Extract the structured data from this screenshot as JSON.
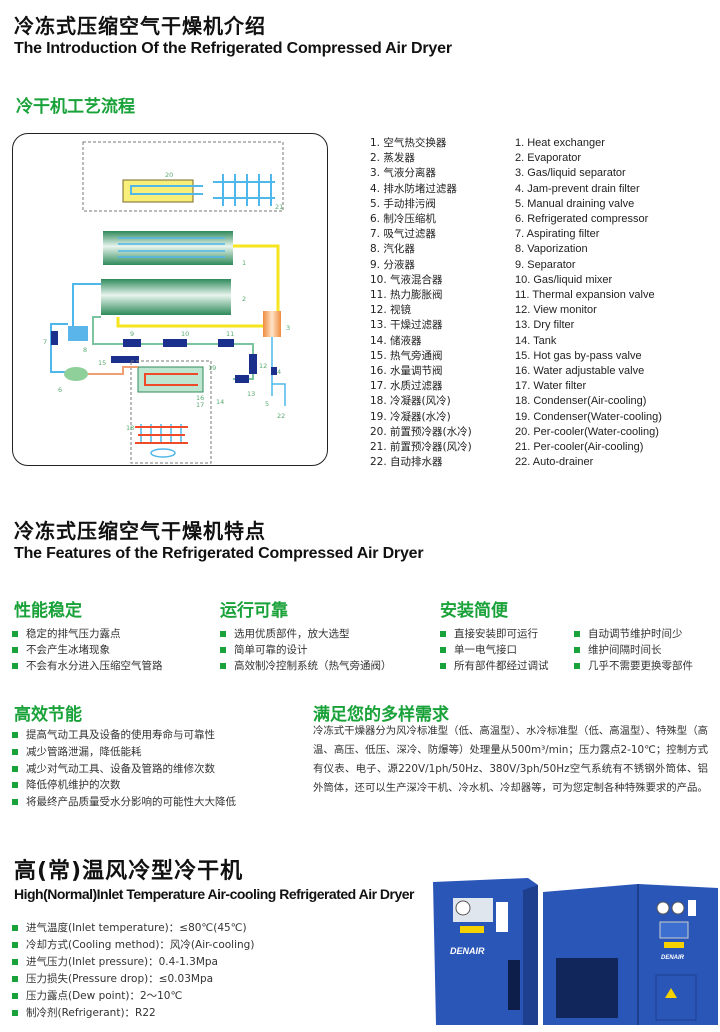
{
  "intro": {
    "title_cn": "冷冻式压缩空气干燥机介绍",
    "title_en": "The Introduction Of the Refrigerated Compressed Air Dryer",
    "process_heading": "冷干机工艺流程"
  },
  "diagram": {
    "labels": [
      "1",
      "2",
      "3",
      "4",
      "5",
      "6",
      "7",
      "8",
      "9",
      "10",
      "11",
      "12",
      "13",
      "14",
      "15",
      "16",
      "17",
      "18",
      "19",
      "20",
      "21",
      "22"
    ],
    "colors": {
      "tank": "#2f9a6a",
      "hot_pipe": "#f5e51c",
      "cold_pipe": "#4fb7ea",
      "refrigerant": "#f08a5a",
      "component": "#1b2f8c",
      "label": "#5aaa72"
    }
  },
  "parts_cn": [
    "1. 空气热交换器",
    "2. 蒸发器",
    "3. 气液分离器",
    "4. 排水防堵过滤器",
    "5. 手动排污阀",
    "6. 制冷压缩机",
    "7. 吸气过滤器",
    "8. 汽化器",
    "9. 分液器",
    "10. 气液混合器",
    "11. 热力膨胀阀",
    "12. 视镜",
    "13. 干燥过滤器",
    "14. 储液器",
    "15. 热气旁通阀",
    "16. 水量调节阀",
    "17. 水质过滤器",
    "18. 冷凝器(风冷)",
    "19. 冷凝器(水冷)",
    "20. 前置预冷器(水冷)",
    "21. 前置预冷器(风冷)",
    "22. 自动排水器"
  ],
  "parts_en": [
    "1. Heat exchanger",
    "2. Evaporator",
    "3. Gas/liquid separator",
    "4. Jam-prevent drain filter",
    "5. Manual draining valve",
    "6. Refrigerated compressor",
    "7. Aspirating filter",
    "8. Vaporization",
    "9. Separator",
    "10. Gas/liquid mixer",
    "11. Thermal expansion valve",
    "12. View monitor",
    "13. Dry filter",
    "14. Tank",
    "15. Hot gas by-pass valve",
    "16. Water adjustable valve",
    "17. Water filter",
    "18. Condenser(Air-cooling)",
    "19. Condenser(Water-cooling)",
    "20. Per-cooler(Water-cooling)",
    "21. Per-cooler(Air-cooling)",
    "22. Auto-drainer"
  ],
  "features": {
    "title_cn": "冷冻式压缩空气干燥机特点",
    "title_en": "The Features of the Refrigerated Compressed Air Dryer",
    "stable": {
      "heading": "性能稳定",
      "items": [
        "稳定的排气压力露点",
        "不会产生冰堵现象",
        "不会有水分进入压缩空气管路"
      ]
    },
    "reliable": {
      "heading": "运行可靠",
      "items": [
        "选用优质部件，放大选型",
        "简单可靠的设计",
        "高效制冷控制系统（热气旁通阀）"
      ]
    },
    "install": {
      "heading": "安装简便",
      "items_left": [
        "直接安装即可运行",
        "单一电气接口",
        "所有部件都经过调试"
      ],
      "items_right": [
        "自动调节维护时间少",
        "维护间隔时间长",
        "几乎不需要更换零部件"
      ]
    },
    "efficient": {
      "heading": "高效节能",
      "items": [
        "提高气动工具及设备的使用寿命与可靠性",
        "减少管路泄漏，降低能耗",
        "减少对气动工具、设备及管路的维修次数",
        "降低停机维护的次数",
        "将最终产品质量受水分影响的可能性大大降低"
      ]
    },
    "needs": {
      "heading": "满足您的多样需求",
      "text": "冷冻式干燥器分为风冷标准型（低、高温型）、水冷标准型（低、高温型）、特殊型（高温、高压、低压、深冷、防爆等）处理量从500m³/min；压力露点2-10℃；控制方式有仪表、电子、源220V/1ph/50Hz、380V/3ph/50Hz空气系统有不锈钢外筒体、铝外筒体，还可以生产深冷干机、冷水机、冷却器等，可为您定制各种特殊要求的产品。"
    }
  },
  "product": {
    "title_cn": "高(常)温风冷型冷干机",
    "title_en": "High(Normal)Inlet Temperature Air-cooling Refrigerated Air Dryer",
    "specs": [
      "进气温度(Inlet temperature)：≤80℃(45℃)",
      "冷却方式(Cooling method)：风冷(Air-cooling)",
      "进气压力(Inlet pressure)：0.4-1.3Mpa",
      "压力损失(Pressure drop)：≤0.03Mpa",
      "压力露点(Dew point)：2～10℃",
      "制冷剂(Refrigerant)：R22"
    ],
    "brand": "DENAIR",
    "cabinet_color": "#2a56b8"
  },
  "accent_color": "#1aa23a"
}
